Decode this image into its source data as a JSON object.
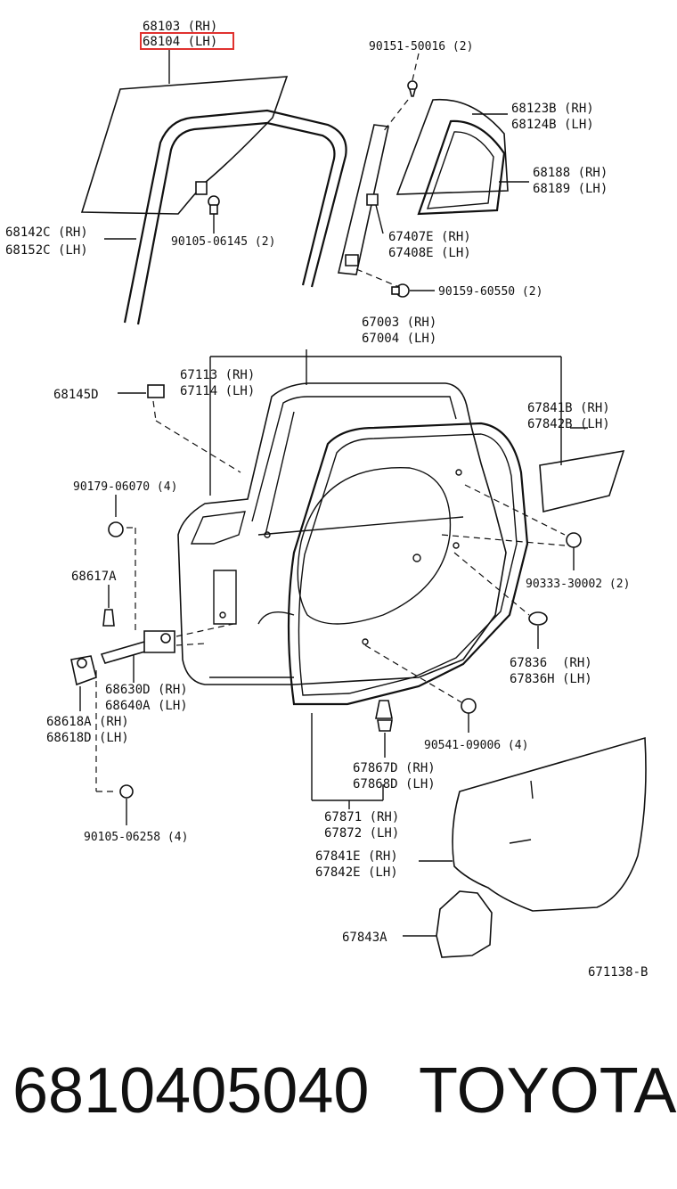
{
  "diagram": {
    "ref_code": "671138-B",
    "highlight_label": "68104 (LH)",
    "labels": {
      "l68103": "68103 (RH)",
      "l68104": "68104 (LH)",
      "l90151": "90151-50016 (2)",
      "l68123": "68123B (RH)",
      "l68124": "68124B (LH)",
      "l68188": "68188 (RH)",
      "l68189": "68189 (LH)",
      "l68142": "68142C (RH)",
      "l68152": "68152C (LH)",
      "l90105a": "90105-06145 (2)",
      "l67407": "67407E (RH)",
      "l67408": "67408E (LH)",
      "l90159": "90159-60550 (2)",
      "l67003": "67003 (RH)",
      "l67004": "67004 (LH)",
      "l68145": "68145D",
      "l67113": "67113 (RH)",
      "l67114": "67114 (LH)",
      "l67841b": "67841B (RH)",
      "l67842b": "67842B (LH)",
      "l90179": "90179-06070 (4)",
      "l90333": "90333-30002 (2)",
      "l68617": "68617A",
      "l67836": "67836  (RH)",
      "l67836h": "67836H (LH)",
      "l68630": "68630D (RH)",
      "l68640": "68640A (LH)",
      "l68618a": "68618A (RH)",
      "l68618d": "68618D (LH)",
      "l90541": "90541-09006 (4)",
      "l67867": "67867D (RH)",
      "l67868": "67868D (LH)",
      "l67871": "67871 (RH)",
      "l67872": "67872 (LH)",
      "l90105b": "90105-06258 (4)",
      "l67841e": "67841E (RH)",
      "l67842e": "67842E (LH)",
      "l67843": "67843A"
    }
  },
  "footer": {
    "part_number": "6810405040",
    "brand": "TOYOTA"
  },
  "colors": {
    "ink": "#111111",
    "highlight": "#e0322f",
    "background": "#ffffff"
  }
}
